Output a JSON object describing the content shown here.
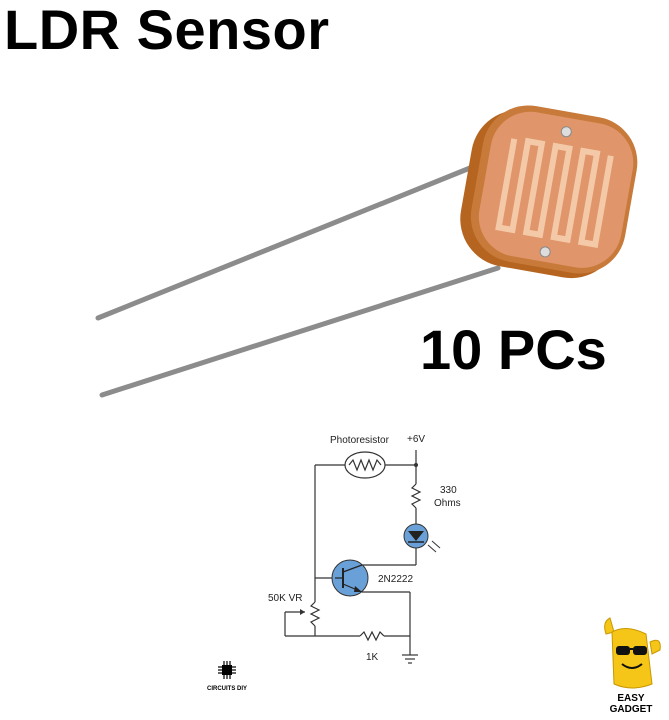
{
  "title": "LDR Sensor",
  "quantity": "10 PCs",
  "schematic": {
    "photoresistor_label": "Photoresistor",
    "supply_label": "+6V",
    "resistor_value": "330",
    "resistor_unit": "Ohms",
    "transistor_label": "2N2222",
    "pot_label": "50K VR",
    "bottom_resistor_label": "1K"
  },
  "logos": {
    "circuits_diy": "CIRCUITS DIY",
    "easy_gadget_line1": "EASY",
    "easy_gadget_line2": "GADGET"
  }
}
